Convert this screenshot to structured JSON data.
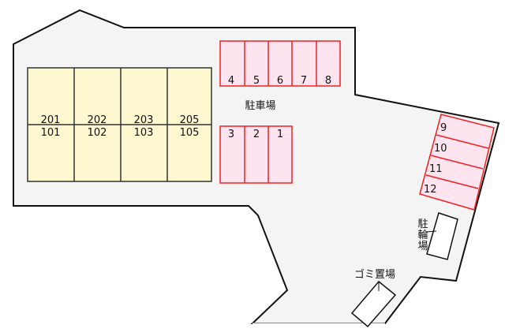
{
  "plan": {
    "colors": {
      "background": "#ffffff",
      "lot_fill": "#f4f4f4",
      "lot_stroke": "#111111",
      "building_fill": "#fdf8d0",
      "building_stroke": "#333333",
      "parking_fill": "#fde4ee",
      "parking_stroke": "#ee2222"
    },
    "building": {
      "units_upper": [
        "201",
        "202",
        "203",
        "205"
      ],
      "units_lower": [
        "101",
        "102",
        "103",
        "105"
      ]
    },
    "parking": {
      "label": "駐車場",
      "top_row": [
        "4",
        "5",
        "6",
        "7",
        "8"
      ],
      "bottom_row": [
        "3",
        "2",
        "1"
      ],
      "angled_row": [
        "9",
        "10",
        "11",
        "12"
      ]
    },
    "bicycle_parking": {
      "label_chars": [
        "駐",
        "輪",
        "場"
      ]
    },
    "garbage": {
      "label": "ゴミ置場"
    }
  }
}
